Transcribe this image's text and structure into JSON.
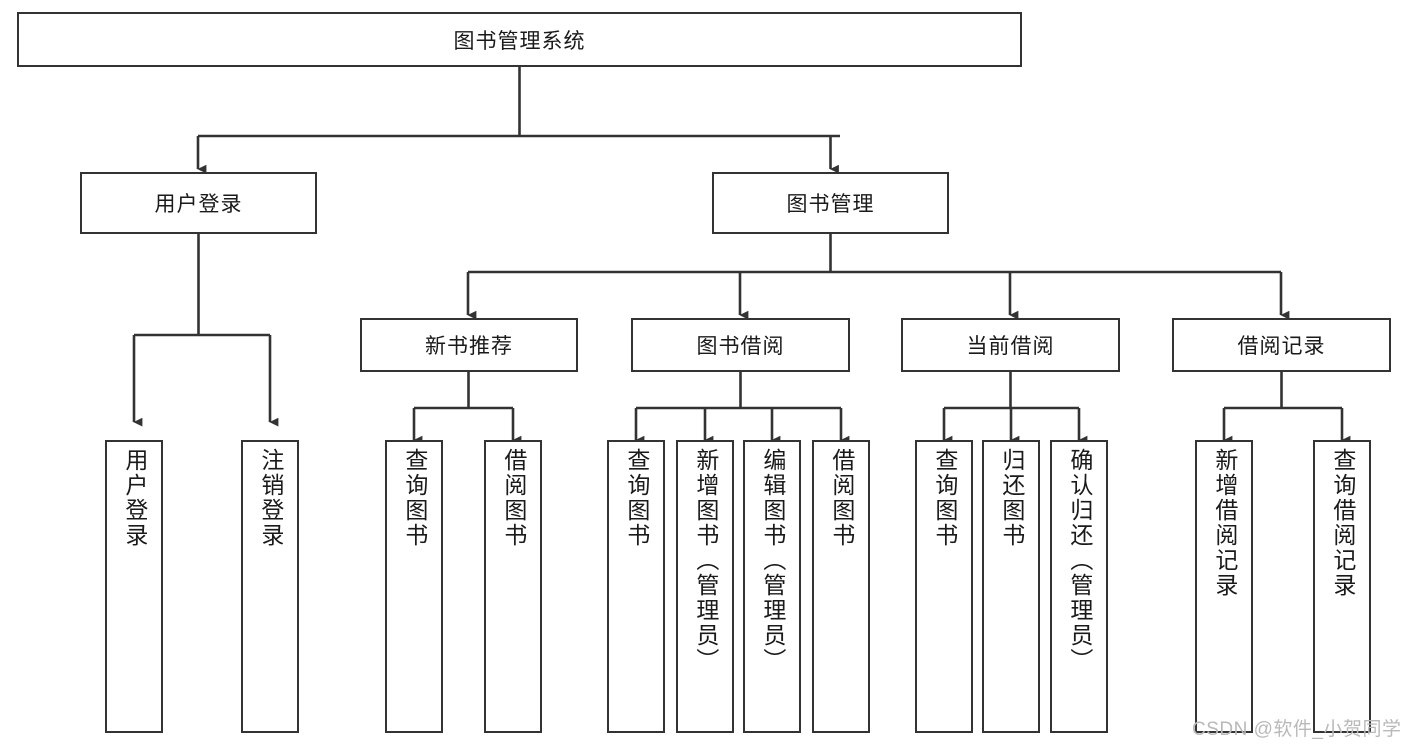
{
  "diagram": {
    "title": "图书管理系统",
    "type": "function-tree",
    "root": {
      "id": "root",
      "label": "图书管理系统",
      "orientation": "horizontal"
    },
    "level1": [
      {
        "id": "user-login",
        "label": "用户登录",
        "orientation": "horizontal"
      },
      {
        "id": "book-management",
        "label": "图书管理",
        "orientation": "horizontal"
      }
    ],
    "level2": [
      {
        "id": "new-book-recommend",
        "label": "新书推荐",
        "parent": "book-management",
        "orientation": "horizontal"
      },
      {
        "id": "book-borrow",
        "label": "图书借阅",
        "parent": "book-management",
        "orientation": "horizontal"
      },
      {
        "id": "current-borrow",
        "label": "当前借阅",
        "parent": "book-management",
        "orientation": "horizontal"
      },
      {
        "id": "borrow-record",
        "label": "借阅记录",
        "parent": "book-management",
        "orientation": "horizontal"
      }
    ],
    "leaves": [
      {
        "id": "leaf-user-login",
        "label": "用户登录",
        "parent": "user-login",
        "orientation": "vertical"
      },
      {
        "id": "leaf-logout-login",
        "label": "注销登录",
        "parent": "user-login",
        "orientation": "vertical"
      },
      {
        "id": "leaf-query-book-1",
        "label": "查询图书",
        "parent": "new-book-recommend",
        "orientation": "vertical"
      },
      {
        "id": "leaf-borrow-book-1",
        "label": "借阅图书",
        "parent": "new-book-recommend",
        "orientation": "vertical"
      },
      {
        "id": "leaf-query-book-2",
        "label": "查询图书",
        "parent": "book-borrow",
        "orientation": "vertical"
      },
      {
        "id": "leaf-add-book",
        "label": "新增图书（管理员）",
        "parent": "book-borrow",
        "orientation": "vertical"
      },
      {
        "id": "leaf-edit-book",
        "label": "编辑图书（管理员）",
        "parent": "book-borrow",
        "orientation": "vertical"
      },
      {
        "id": "leaf-borrow-book-2",
        "label": "借阅图书",
        "parent": "book-borrow",
        "orientation": "vertical"
      },
      {
        "id": "leaf-query-book-3",
        "label": "查询图书",
        "parent": "current-borrow",
        "orientation": "vertical"
      },
      {
        "id": "leaf-return-book",
        "label": "归还图书",
        "parent": "current-borrow",
        "orientation": "vertical"
      },
      {
        "id": "leaf-confirm-return",
        "label": "确认归还（管理员）",
        "parent": "current-borrow",
        "orientation": "vertical"
      },
      {
        "id": "leaf-add-record",
        "label": "新增借阅记录",
        "parent": "borrow-record",
        "orientation": "vertical"
      },
      {
        "id": "leaf-query-record",
        "label": "查询借阅记录",
        "parent": "borrow-record",
        "orientation": "vertical"
      }
    ],
    "watermark": "CSDN @软件_小贺同学",
    "colors": {
      "stroke": "#333333",
      "fill": "#ffffff",
      "text": "#1a1a1a",
      "watermark": "#b9b9b9"
    }
  }
}
